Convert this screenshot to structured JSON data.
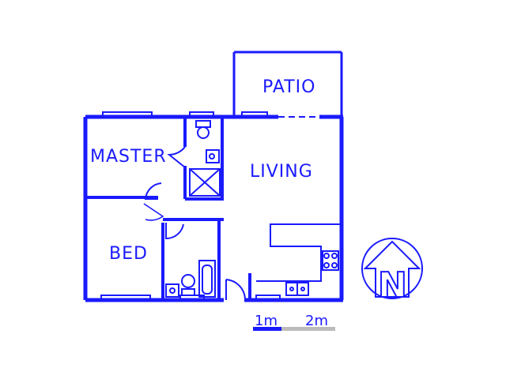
{
  "rooms": {
    "patio": "PATIO",
    "master": "MASTER",
    "living": "LIVING",
    "bed": "BED"
  },
  "scale_bar": {
    "label_1": "1m",
    "label_2": "2m"
  },
  "compass": {
    "north": "N"
  },
  "colors": {
    "wall": "#1a1aff",
    "scale_primary": "#1a1aff",
    "scale_secondary": "#bbbbbb"
  }
}
